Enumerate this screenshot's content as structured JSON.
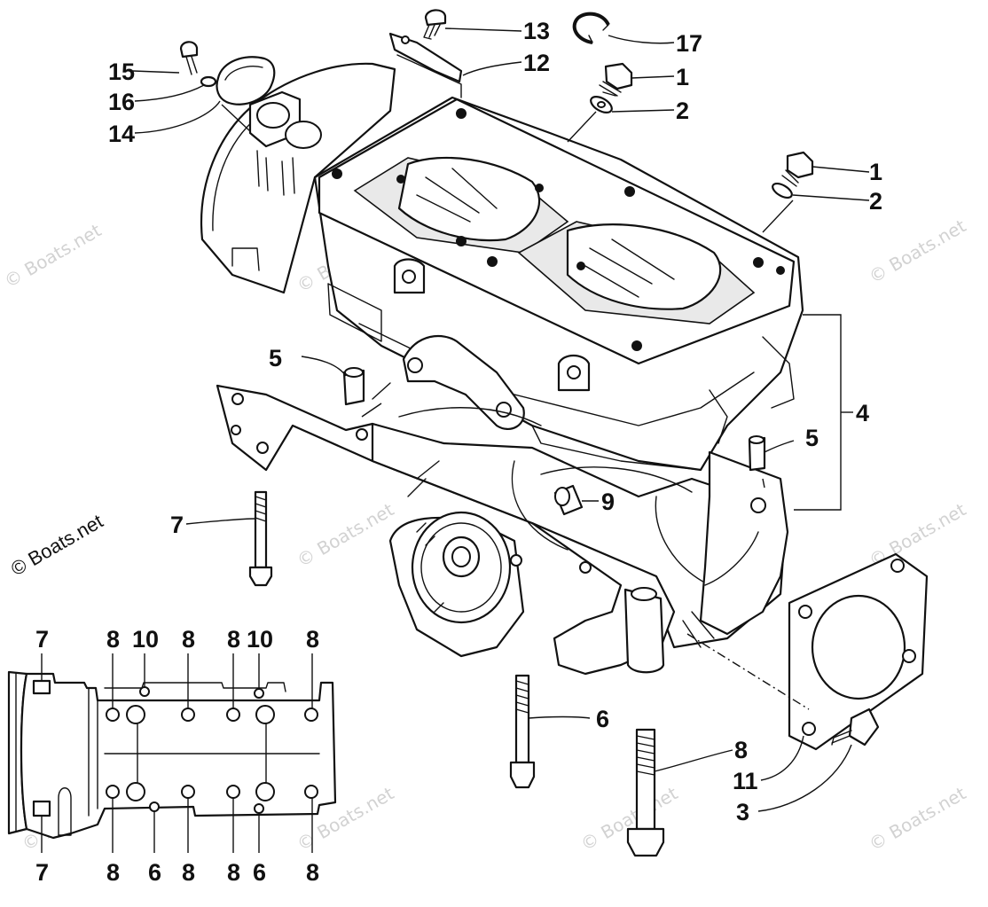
{
  "watermark": "© Boats.net",
  "callouts": {
    "c1a": "1",
    "c1b": "1",
    "c2a": "2",
    "c2b": "2",
    "c3": "3",
    "c4": "4",
    "c5a": "5",
    "c5b": "5",
    "c6": "6",
    "c7": "7",
    "c8": "8",
    "c9": "9",
    "c11": "11",
    "c12": "12",
    "c13": "13",
    "c14": "14",
    "c15": "15",
    "c16": "16",
    "c17": "17"
  },
  "inset": {
    "top_labels": [
      "7",
      "8",
      "10",
      "8",
      "8",
      "10",
      "8"
    ],
    "bottom_labels": [
      "7",
      "8",
      "6",
      "8",
      "8",
      "6",
      "8"
    ]
  }
}
